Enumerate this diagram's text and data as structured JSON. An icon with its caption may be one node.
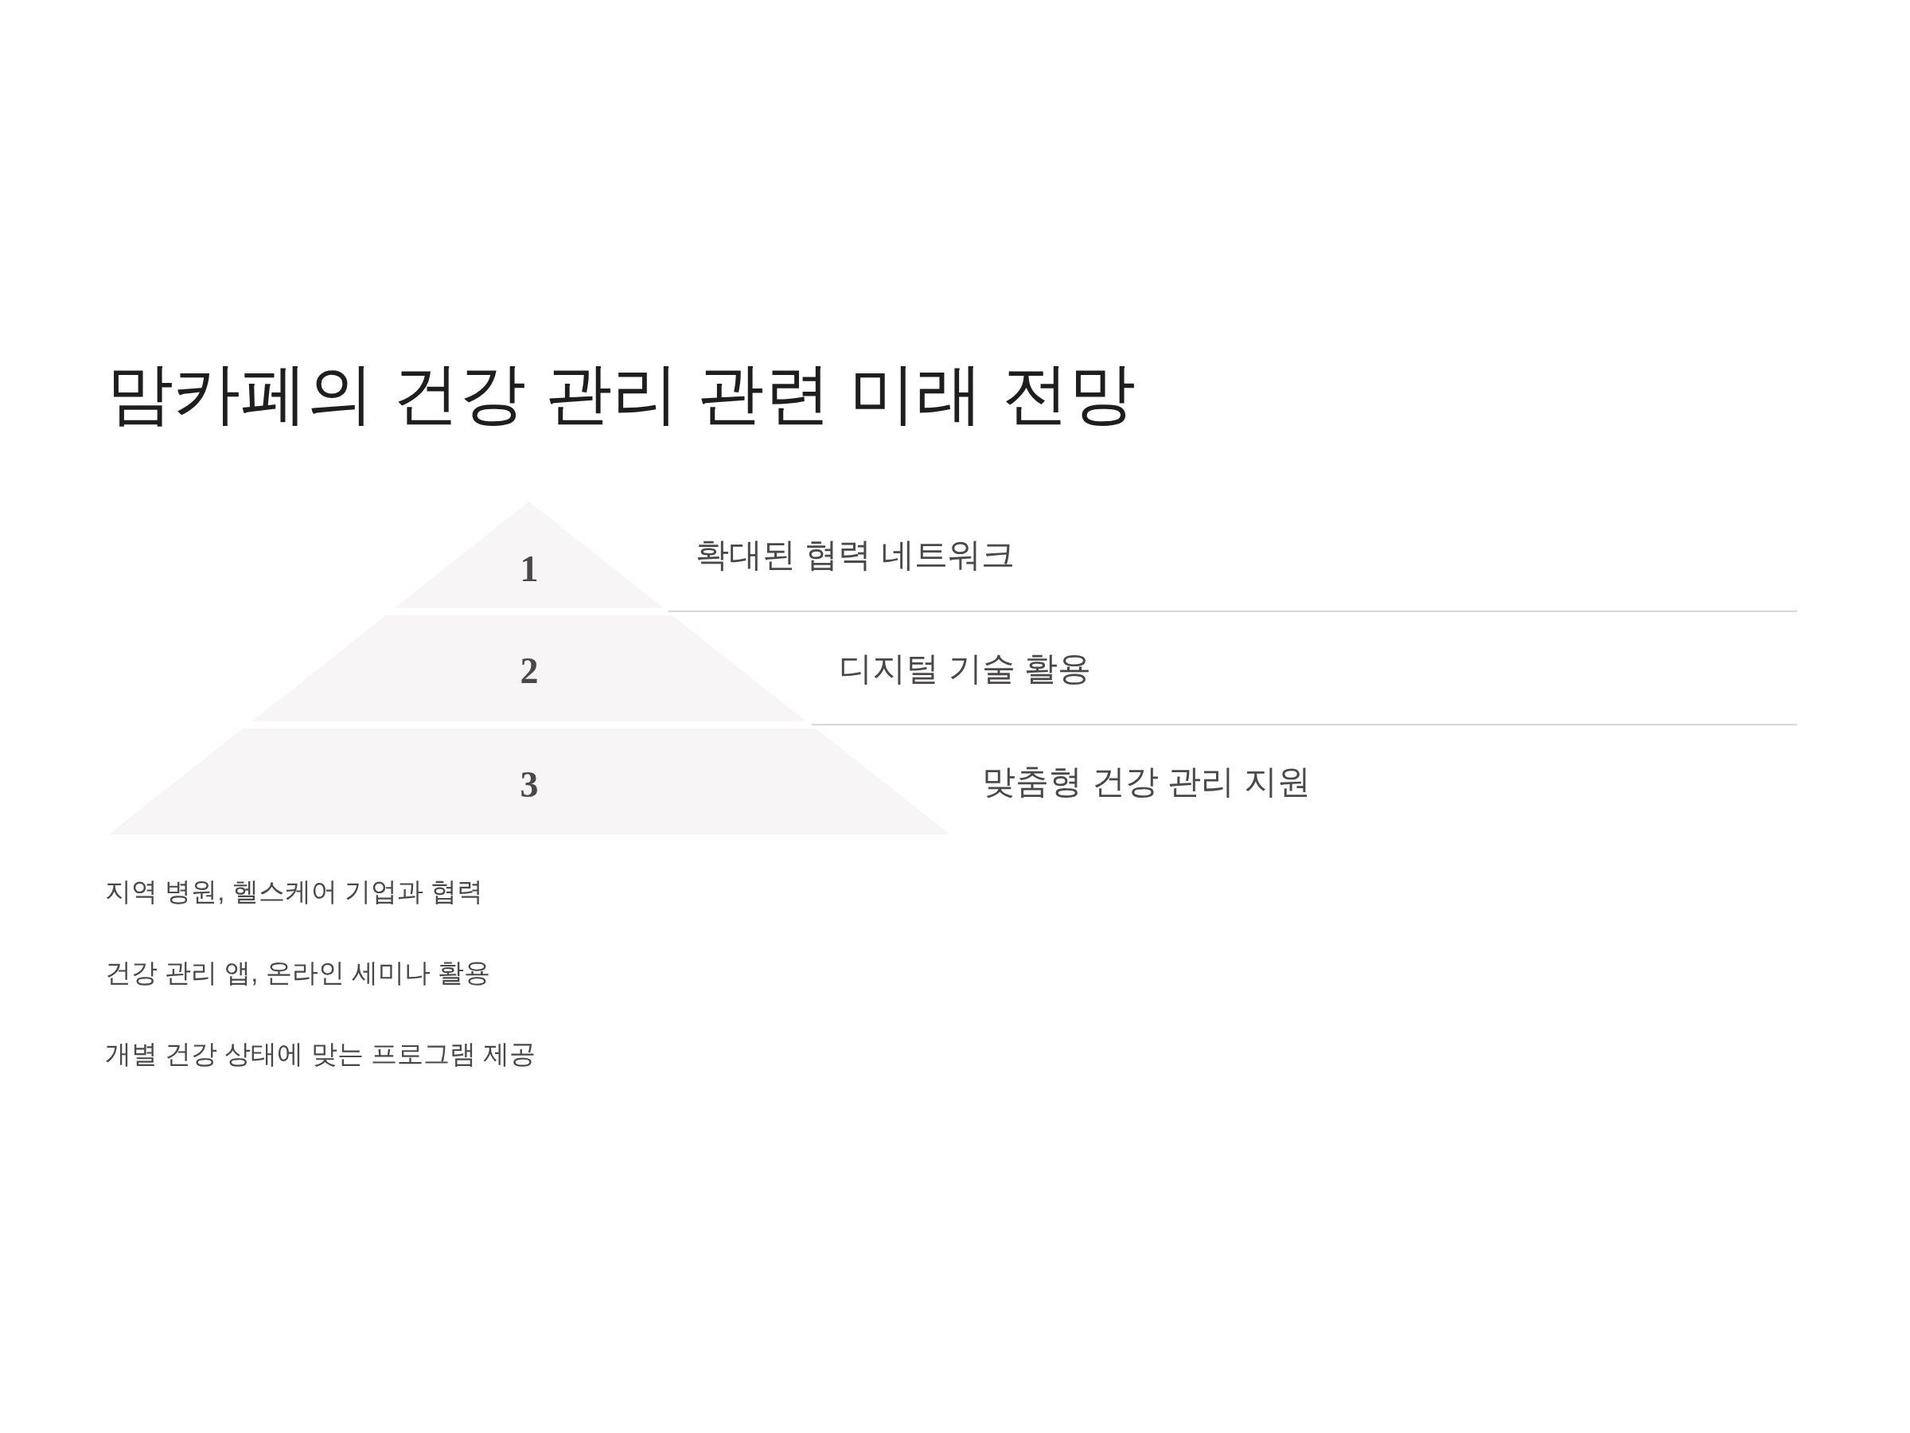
{
  "diagram": {
    "title": "맘카페의 건강 관리 관련 미래 전망",
    "nodes": [
      {
        "text": [
          "1"
        ],
        "beside": [
          "확대된 협력 네트워크"
        ]
      },
      {
        "text": [
          "2"
        ],
        "beside": [
          "디지털 기술 활용"
        ]
      },
      {
        "text": [
          "3"
        ],
        "beside": [
          "맞춤형 건강 관리 지원"
        ]
      }
    ],
    "labels": [
      "지역 병원, 헬스케어 기업과 협력",
      "건강 관리 앱, 온라인 세미나 활용",
      "개별 건강 상태에 맞는 프로그램 제공"
    ]
  }
}
